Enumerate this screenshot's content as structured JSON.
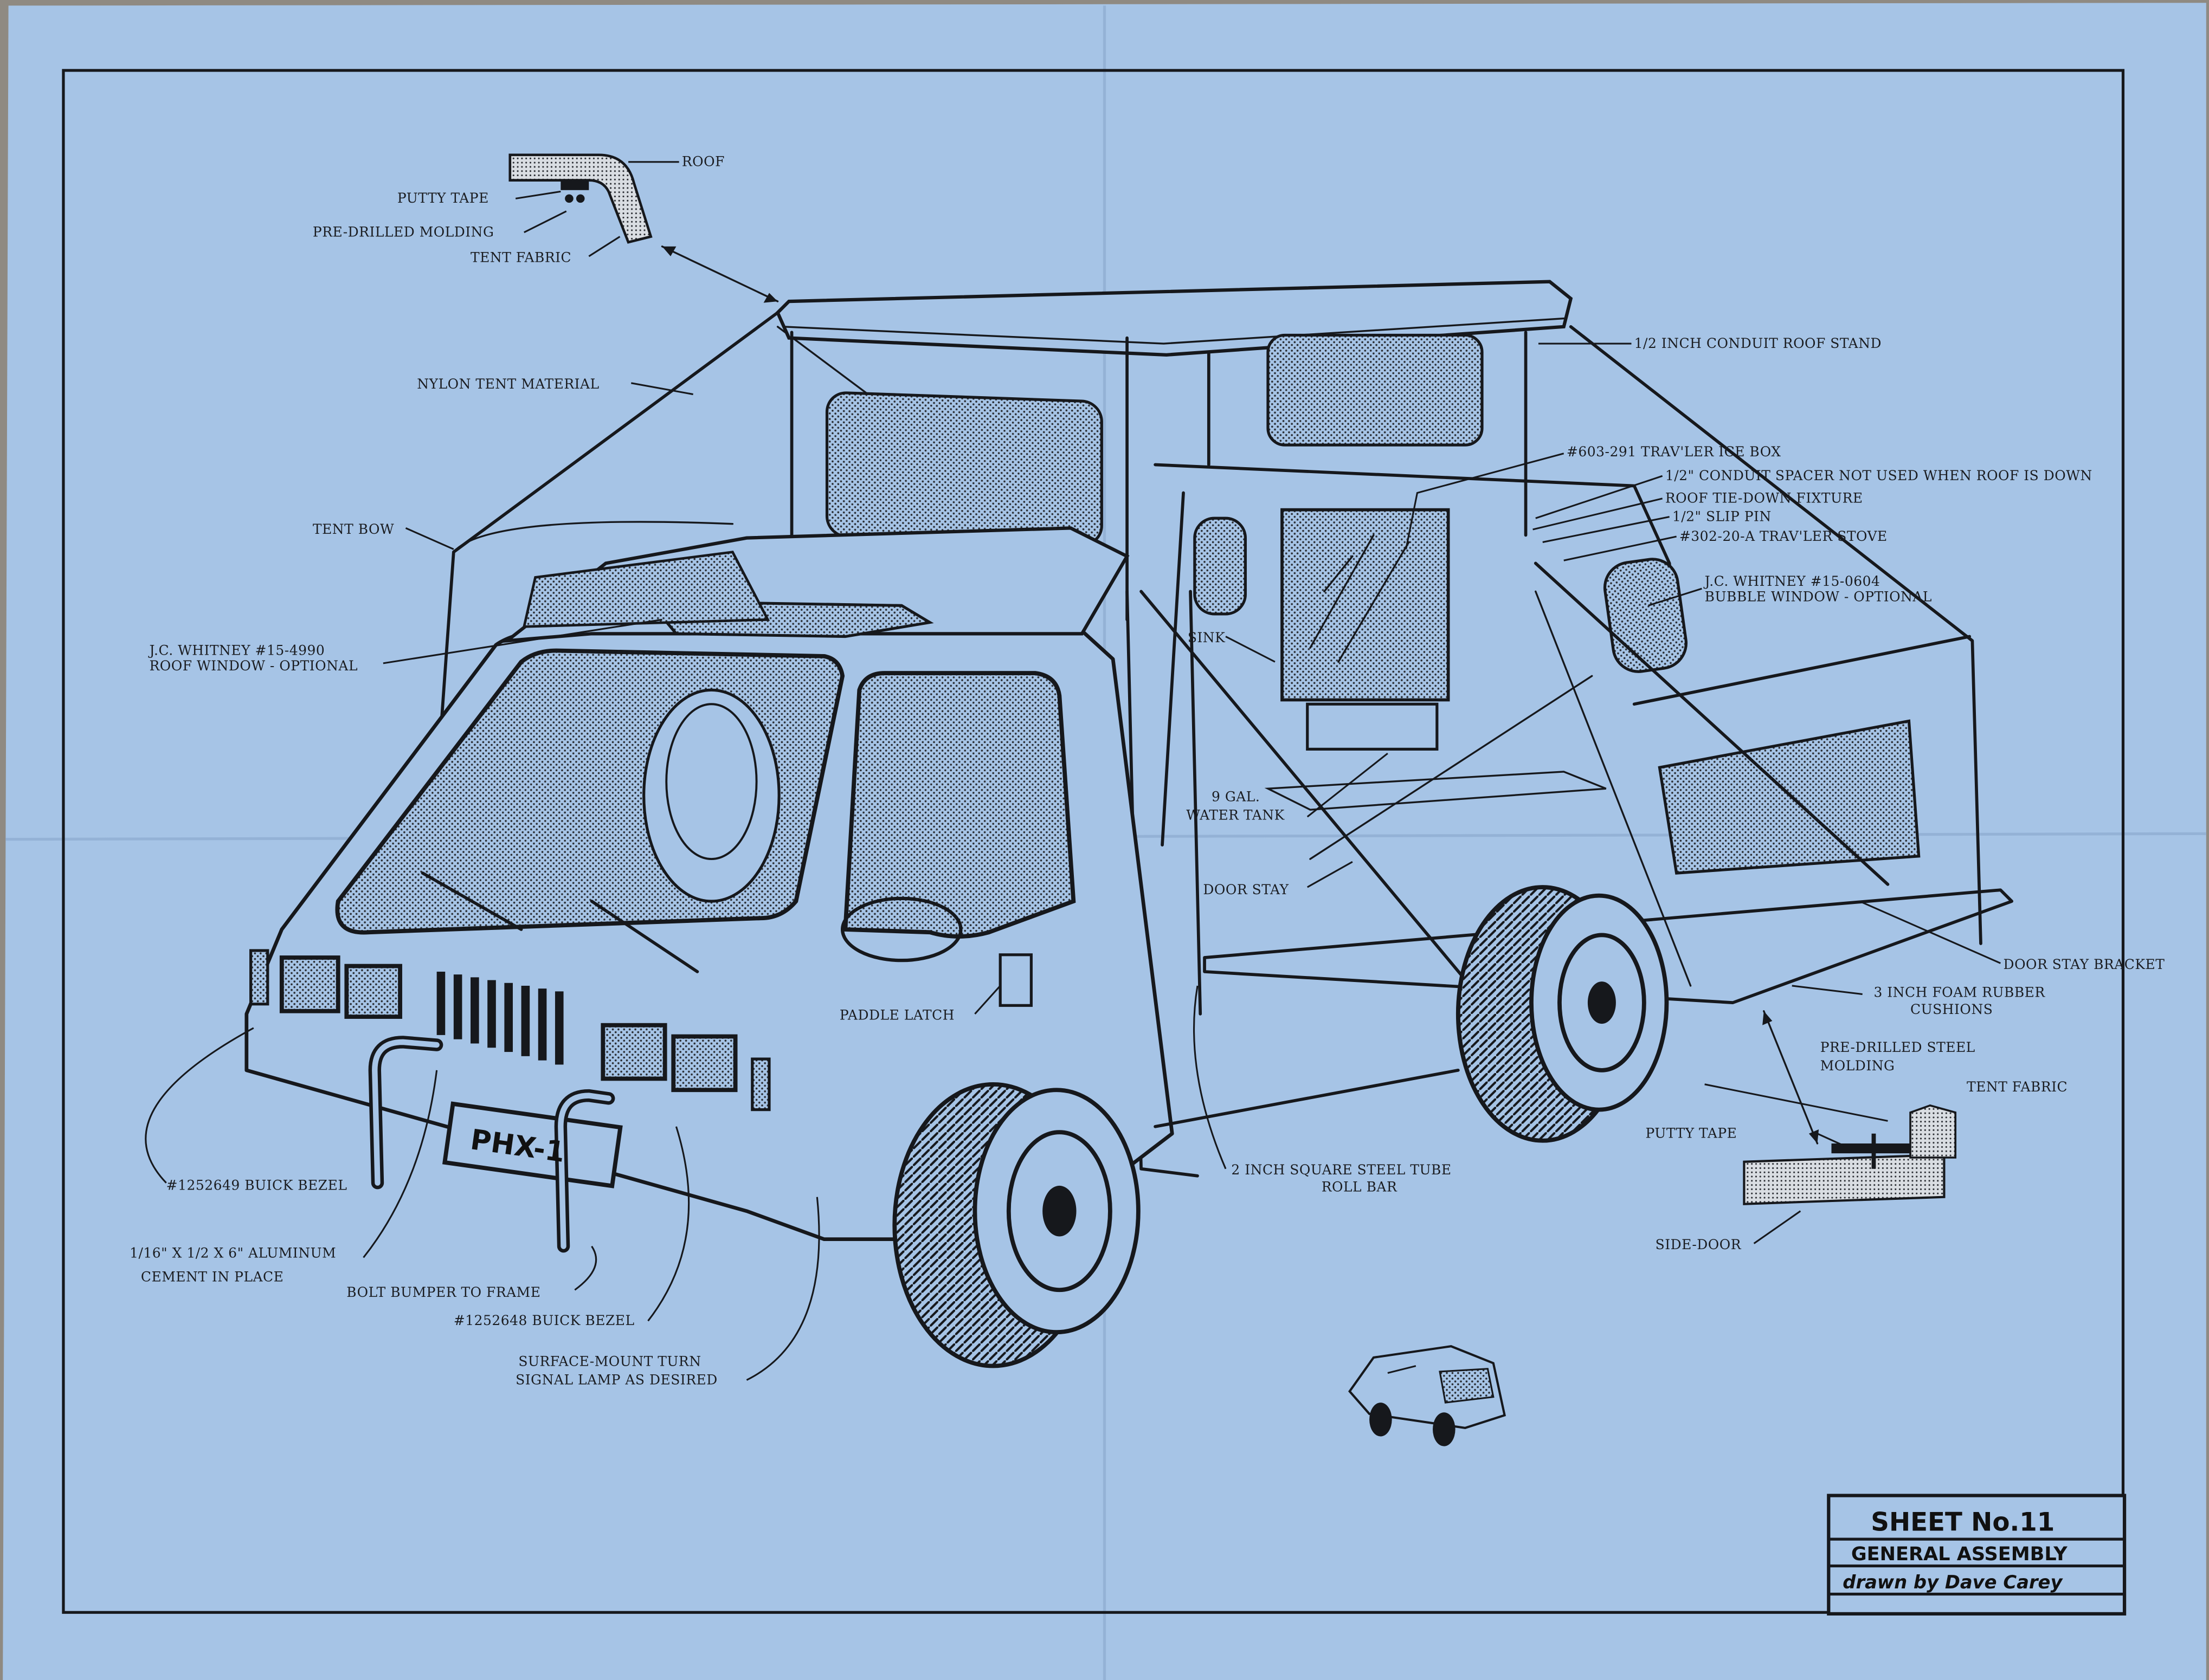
{
  "sheet": {
    "number": "SHEET No.11",
    "title": "GENERAL ASSEMBLY",
    "author": "drawn by Dave Carey"
  },
  "plate": "PHX-1",
  "colors": {
    "paper": "#a6c4e6",
    "ink": "#16181c",
    "carpet": "#8f8a82"
  },
  "labels": {
    "roof": "ROOF",
    "putty_tape_top": "PUTTY TAPE",
    "pre_drilled_molding": "PRE-DRILLED MOLDING",
    "tent_fabric_top": "TENT FABRIC",
    "nylon_tent_material": "NYLON TENT MATERIAL",
    "tent_bow": "TENT BOW",
    "roof_window_1": "J.C. WHITNEY #15-4990",
    "roof_window_2": "ROOF WINDOW - OPTIONAL",
    "conduit_roof_stand": "1/2 INCH CONDUIT ROOF STAND",
    "ice_box": "#603-291 TRAV'LER ICE BOX",
    "conduit_spacer": "1/2\" CONDUIT SPACER NOT USED WHEN ROOF IS DOWN",
    "roof_tie_down": "ROOF TIE-DOWN FIXTURE",
    "slip_pin": "1/2\" SLIP PIN",
    "stove": "#302-20-A TRAV'LER STOVE",
    "bubble_window_1": "J.C. WHITNEY #15-0604",
    "bubble_window_2": "BUBBLE WINDOW - OPTIONAL",
    "sink": "SINK",
    "water_tank_1": "9 GAL.",
    "water_tank_2": "WATER TANK",
    "door_stay": "DOOR STAY",
    "door_stay_bracket": "DOOR STAY BRACKET",
    "foam_cushions_1": "3 INCH FOAM RUBBER",
    "foam_cushions_2": "CUSHIONS",
    "paddle_latch": "PADDLE LATCH",
    "pre_drilled_steel_1": "PRE-DRILLED STEEL",
    "pre_drilled_steel_2": "MOLDING",
    "tent_fabric_bottom": "TENT FABRIC",
    "putty_tape_bottom": "PUTTY TAPE",
    "side_door": "SIDE-DOOR",
    "roll_bar_1": "2 INCH SQUARE STEEL TUBE",
    "roll_bar_2": "ROLL BAR",
    "buick_bezel_1252649": "#1252649 BUICK BEZEL",
    "aluminum_1": "1/16\" X 1/2 X 6\" ALUMINUM",
    "aluminum_2": "CEMENT IN PLACE",
    "bolt_bumper": "BOLT BUMPER TO FRAME",
    "buick_bezel_1252648": "#1252648 BUICK BEZEL",
    "turn_signal_1": "SURFACE-MOUNT TURN",
    "turn_signal_2": "SIGNAL LAMP AS DESIRED"
  }
}
